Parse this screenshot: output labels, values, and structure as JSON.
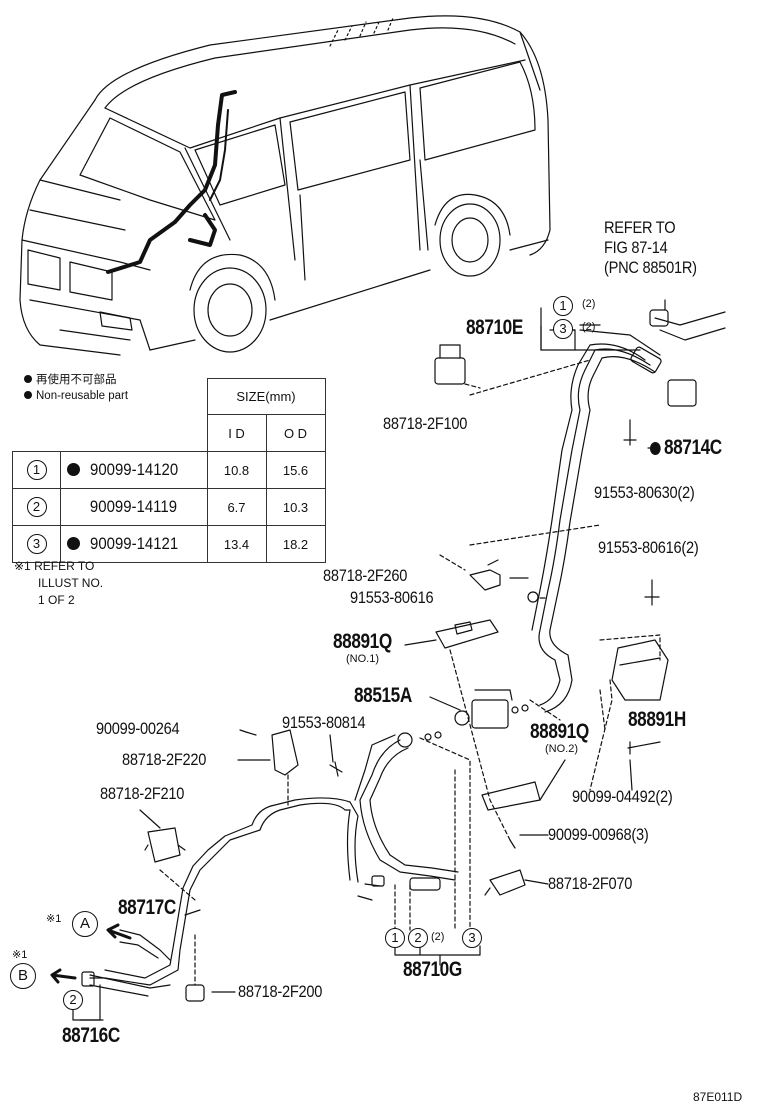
{
  "refer_top": [
    "REFER TO",
    "FIG 87-14",
    "(PNC 88501R)"
  ],
  "legend": {
    "line1": "再使用不可部品",
    "line2": "Non-reusable part"
  },
  "table": {
    "size_header": "SIZE(mm)",
    "id_header": "I D",
    "od_header": "O D",
    "rows": [
      {
        "no": "1",
        "dot": true,
        "part": "90099-14120",
        "id": "10.8",
        "od": "15.6"
      },
      {
        "no": "2",
        "dot": false,
        "part": "90099-14119",
        "id": "6.7",
        "od": "10.3"
      },
      {
        "no": "3",
        "dot": true,
        "part": "90099-14121",
        "id": "13.4",
        "od": "18.2"
      }
    ]
  },
  "note": [
    "※1 REFER TO",
    "ILLUST NO.",
    "1 OF 2"
  ],
  "labels": {
    "p88710E": "88710E",
    "q2a": "(2)",
    "q2b": "(2)",
    "p88718_2F100": "88718-2F100",
    "p88714C": "88714C",
    "p91553_80630": "91553-80630(2)",
    "p91553_80616_2": "91553-80616(2)",
    "p88718_2F260": "88718-2F260",
    "p91553_80616": "91553-80616",
    "p88891Q_1": "88891Q",
    "no1": "(NO.1)",
    "p88515A": "88515A",
    "p88891H": "88891H",
    "p90099_00264": "90099-00264",
    "p91553_80814": "91553-80814",
    "p88718_2F220": "88718-2F220",
    "p88891Q_2": "88891Q",
    "no2": "(NO.2)",
    "p90099_04492": "90099-04492(2)",
    "p88718_2F210": "88718-2F210",
    "p90099_00968": "90099-00968(3)",
    "p88718_2F070": "88718-2F070",
    "p88717C": "88717C",
    "star1a": "※1",
    "A": "A",
    "star1b": "※1",
    "B": "B",
    "q2c": "(2)",
    "p88710G": "88710G",
    "p88718_2F200": "88718-2F200",
    "p88716C": "88716C",
    "code": "87E011D"
  },
  "circled": {
    "one": "1",
    "two": "2",
    "three": "3"
  }
}
